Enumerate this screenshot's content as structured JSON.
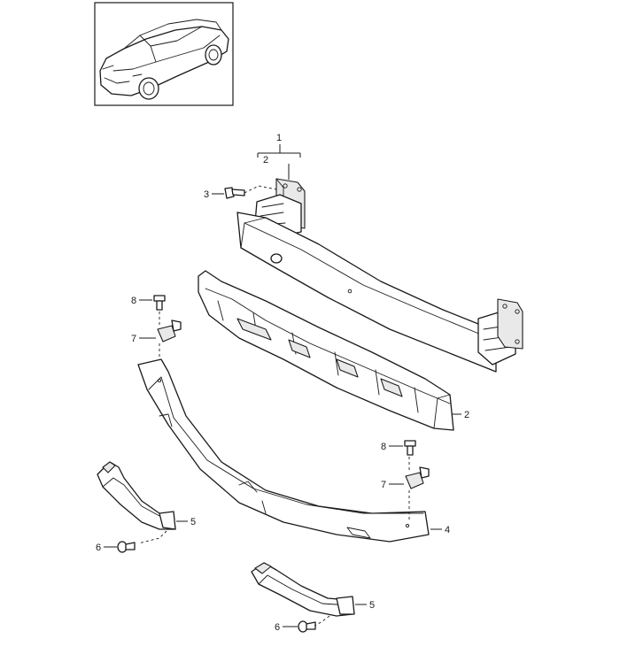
{
  "callouts": {
    "c1": "1",
    "c2_top": "2",
    "c3": "3",
    "c2_absorber": "2",
    "c8_left": "8",
    "c7_left": "7",
    "c8_right": "8",
    "c7_right": "7",
    "c4": "4",
    "c5_left": "5",
    "c6_left": "6",
    "c5_bottom": "5",
    "c6_bottom": "6"
  }
}
